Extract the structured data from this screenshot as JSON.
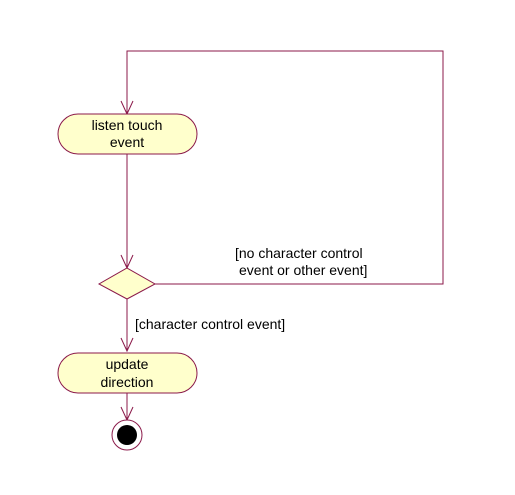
{
  "diagram": {
    "type": "uml-activity",
    "nodes": {
      "listen_touch_event": {
        "line1": "listen touch",
        "line2": "event"
      },
      "update_direction": {
        "line1": "update",
        "line2": "direction"
      }
    },
    "guards": {
      "loop_back": {
        "line1": "[no character control",
        "line2": "event or other event]"
      },
      "proceed": {
        "text": "[character control event]"
      }
    }
  },
  "colors": {
    "line": "#8b1a4a",
    "node_fill": "#ffffcc",
    "node_stroke": "#8b1a4a",
    "final_fill": "#000000",
    "text": "#000000"
  }
}
